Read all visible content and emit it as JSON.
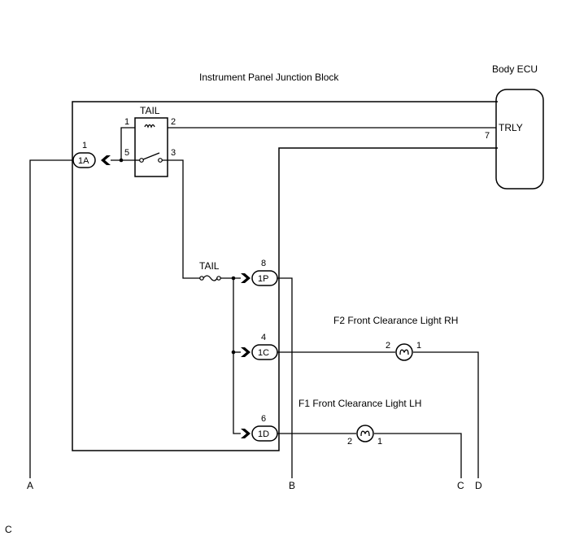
{
  "title": "Instrument Panel Junction Block",
  "ecu": {
    "name": "Body ECU",
    "relay_output": "TRLY",
    "pin": "7"
  },
  "relay": {
    "name": "TAIL",
    "pins": {
      "coil_in": "1",
      "coil_out": "2",
      "com": "5",
      "out": "3"
    }
  },
  "fuse": {
    "name": "TAIL"
  },
  "connectors": {
    "c1A": {
      "id": "1A",
      "pin": "1"
    },
    "c1P": {
      "id": "1P",
      "pin": "8"
    },
    "c1C": {
      "id": "1C",
      "pin": "4"
    },
    "c1D": {
      "id": "1D",
      "pin": "6"
    }
  },
  "lights": {
    "rh": {
      "name": "F2 Front Clearance Light RH",
      "pin_in": "2",
      "pin_out": "1"
    },
    "lh": {
      "name": "F1 Front Clearance Light LH",
      "pin_in": "2",
      "pin_out": "1"
    }
  },
  "terminals": {
    "a": "A",
    "b": "B",
    "c": "C",
    "d": "D"
  },
  "footer": "C"
}
